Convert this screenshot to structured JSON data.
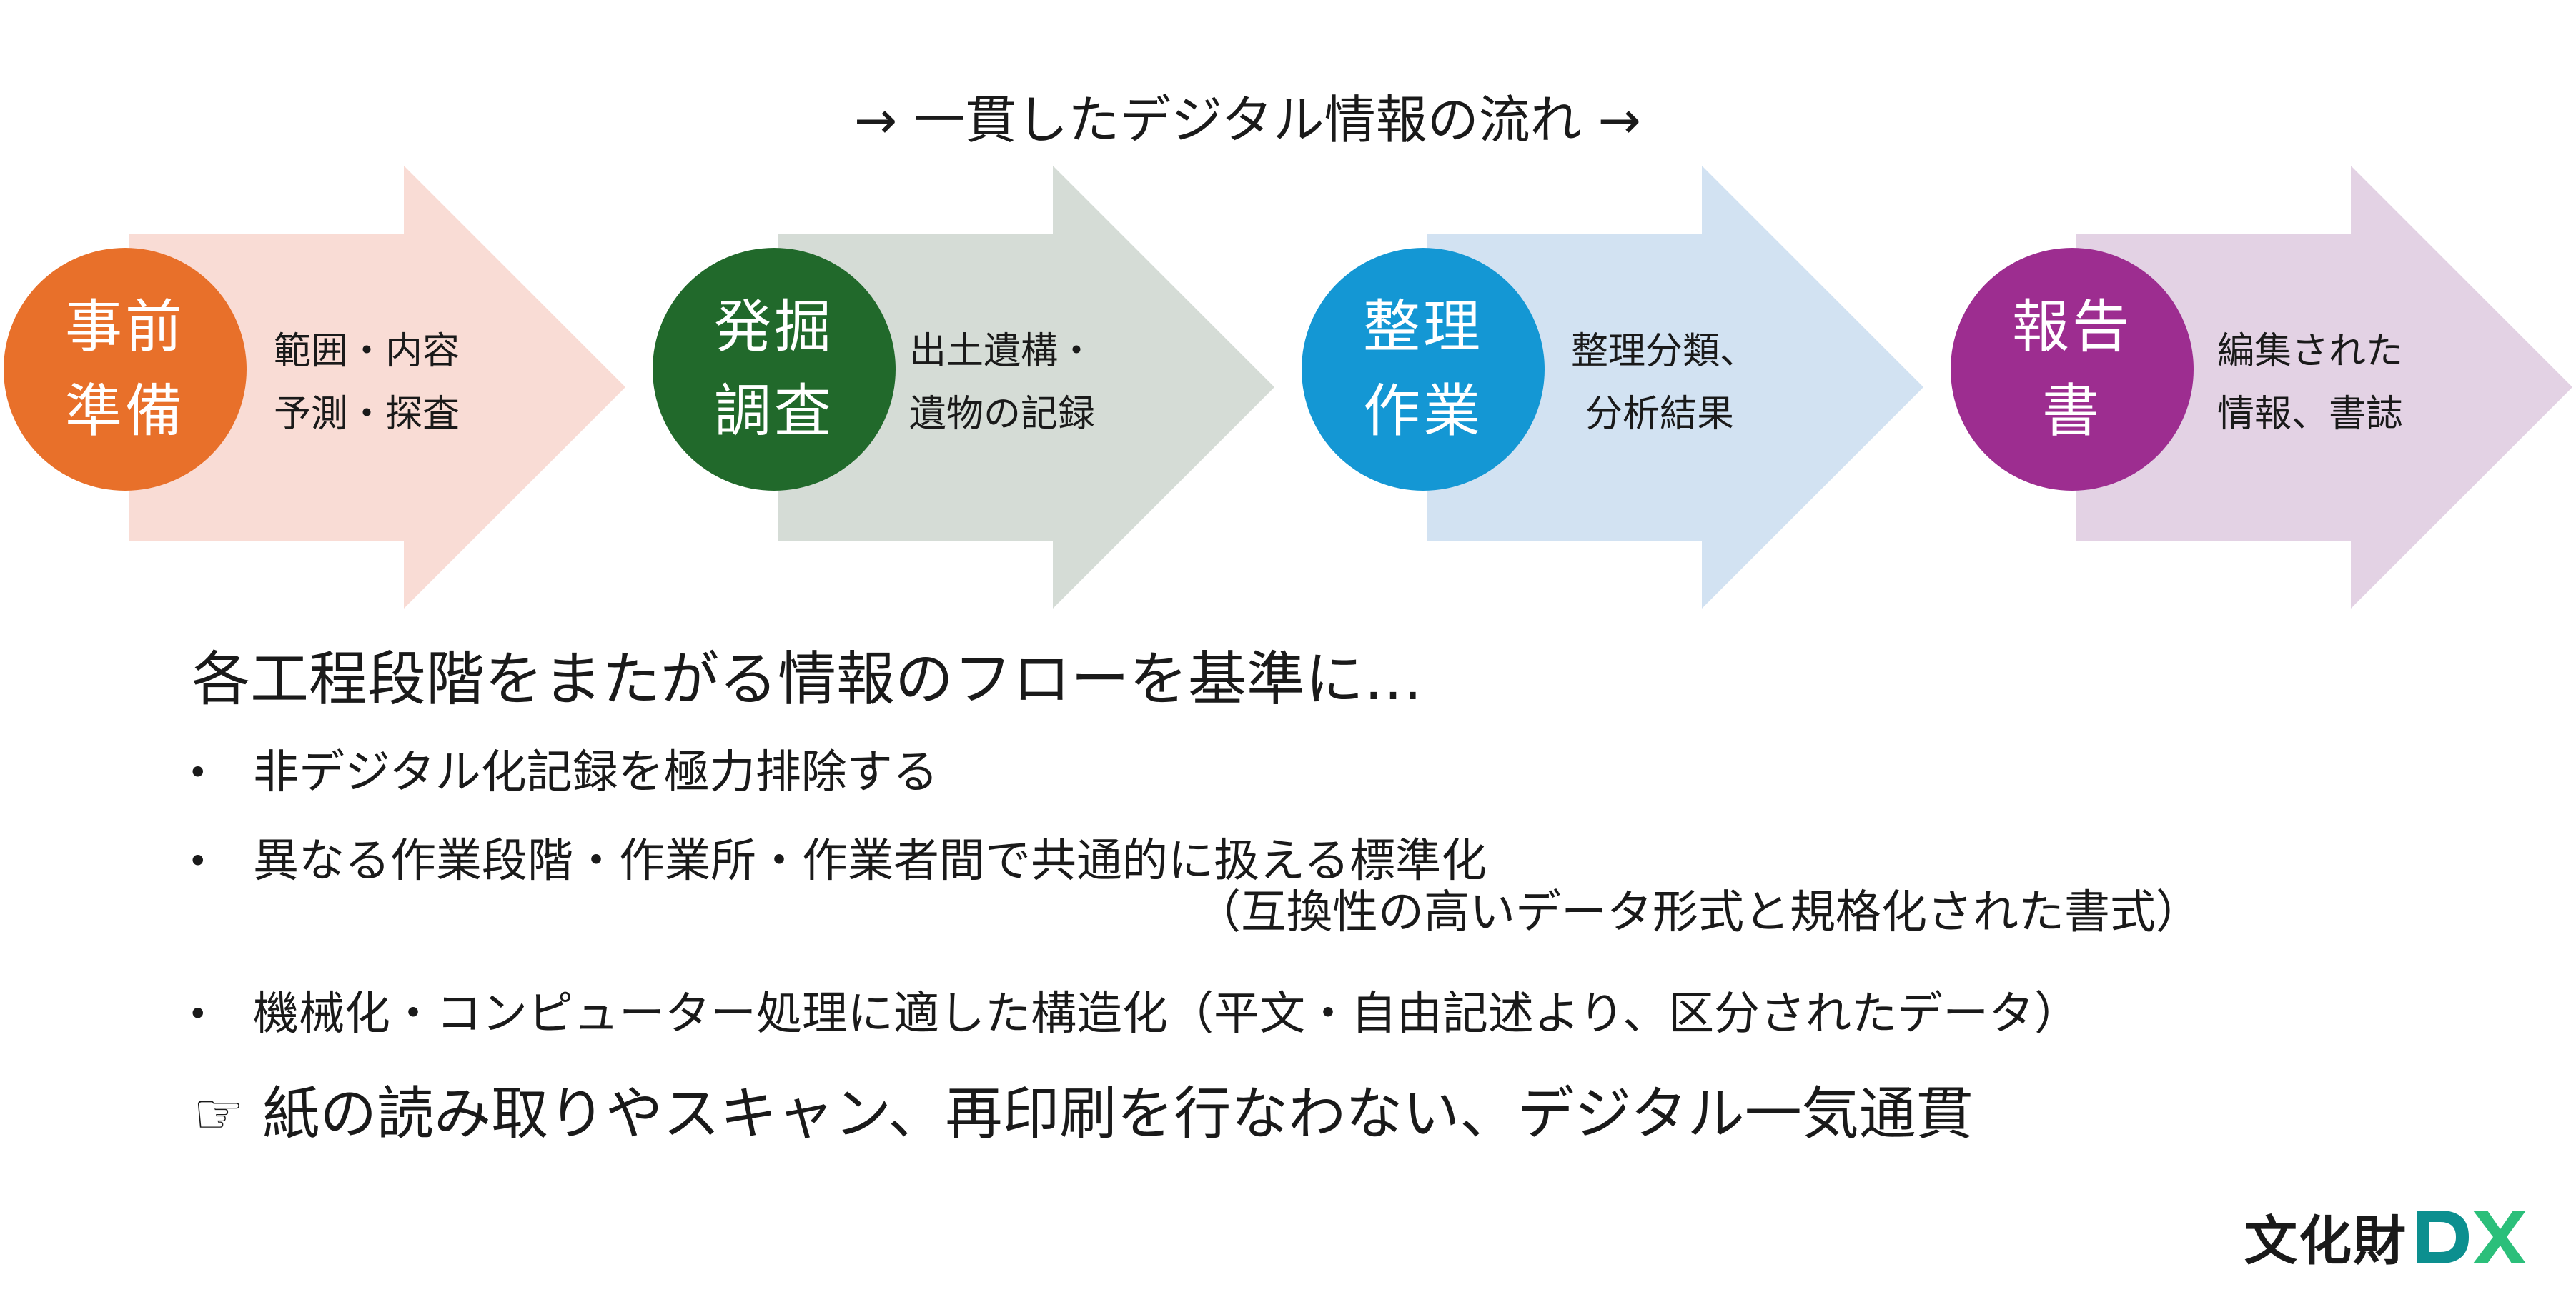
{
  "header": {
    "flow_title": "→ 一貫したデジタル情報の流れ →"
  },
  "steps": [
    {
      "title_line1": "事前",
      "title_line2": "準備",
      "desc_line1": "範囲・内容",
      "desc_line2": "予測・探査",
      "circle_color": "#e8702a",
      "arrow_color": "#f9dcd5"
    },
    {
      "title_line1": "発掘",
      "title_line2": "調査",
      "desc_line1": "出土遺構・",
      "desc_line2": "遺物の記録",
      "circle_color": "#21692b",
      "arrow_color": "#d5dcd6"
    },
    {
      "title_line1": "整理",
      "title_line2": "作業",
      "desc_line1": "整理分類、",
      "desc_line2": "分析結果",
      "circle_color": "#1497d4",
      "arrow_color": "#d2e2f2"
    },
    {
      "title_line1": "報告",
      "title_line2": "書",
      "desc_line1": "編集された",
      "desc_line2": "情報、書誌",
      "circle_color": "#9d2d90",
      "arrow_color": "#e3d2e4"
    }
  ],
  "main": {
    "heading": "各工程段階をまたがる情報のフローを基準に…",
    "bullet_symbol": "•",
    "bullets": [
      {
        "text": "非デジタル化記録を極力排除する"
      },
      {
        "text": "異なる作業段階・作業所・作業者間で共通的に扱える標準化",
        "sub": "（互換性の高いデータ形式と規格化された書式）"
      },
      {
        "text": "機械化・コンピューター処理に適した構造化（平文・自由記述より、区分されたデータ）"
      }
    ],
    "conclusion": "☞ 紙の読み取りやスキャン、再印刷を行なわない、デジタル一気通貫"
  },
  "logo": {
    "text": "文化財",
    "mark_text": "DX",
    "mark_color_1": "#0c8f8f",
    "mark_color_2": "#2bbf7a"
  }
}
